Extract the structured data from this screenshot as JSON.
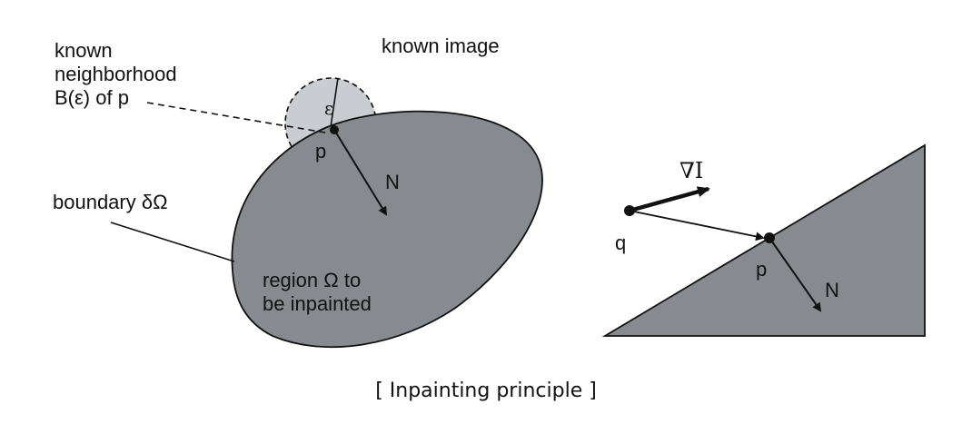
{
  "labels": {
    "known_neighborhood_line1": "known",
    "known_neighborhood_line2": "neighborhood",
    "known_neighborhood_line3": "B(ε) of p",
    "known_image": "known image",
    "epsilon": "ε",
    "p_left": "p",
    "n_left": "N",
    "boundary": "boundary δΩ",
    "region_line1": "region Ω to",
    "region_line2": "be inpainted",
    "grad_i": "∇I",
    "q": "q",
    "p_right": "p",
    "n_right": "N"
  },
  "caption": "[ Inpainting principle ]",
  "colors": {
    "region_fill": "#878b8f",
    "neighborhood_fill": "#c9ccd0",
    "line": "#111111"
  }
}
